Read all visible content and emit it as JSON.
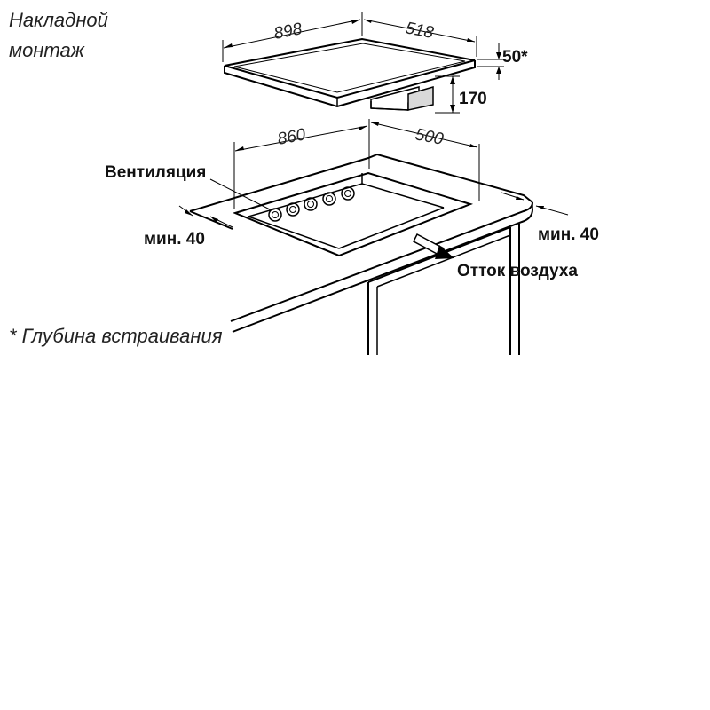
{
  "title_line1": "Накладной",
  "title_line2": "монтаж",
  "dimensions": {
    "hob_width": "898",
    "hob_depth": "518",
    "hob_thickness": "50*",
    "unit_height": "170",
    "cutout_width": "860",
    "cutout_depth": "500"
  },
  "labels": {
    "ventilation": "Вентиляция",
    "min_left": "мин. 40",
    "min_right": "мин. 40",
    "air_outflow": "Отток воздуха"
  },
  "footnote": "* Глубина встраивания"
}
